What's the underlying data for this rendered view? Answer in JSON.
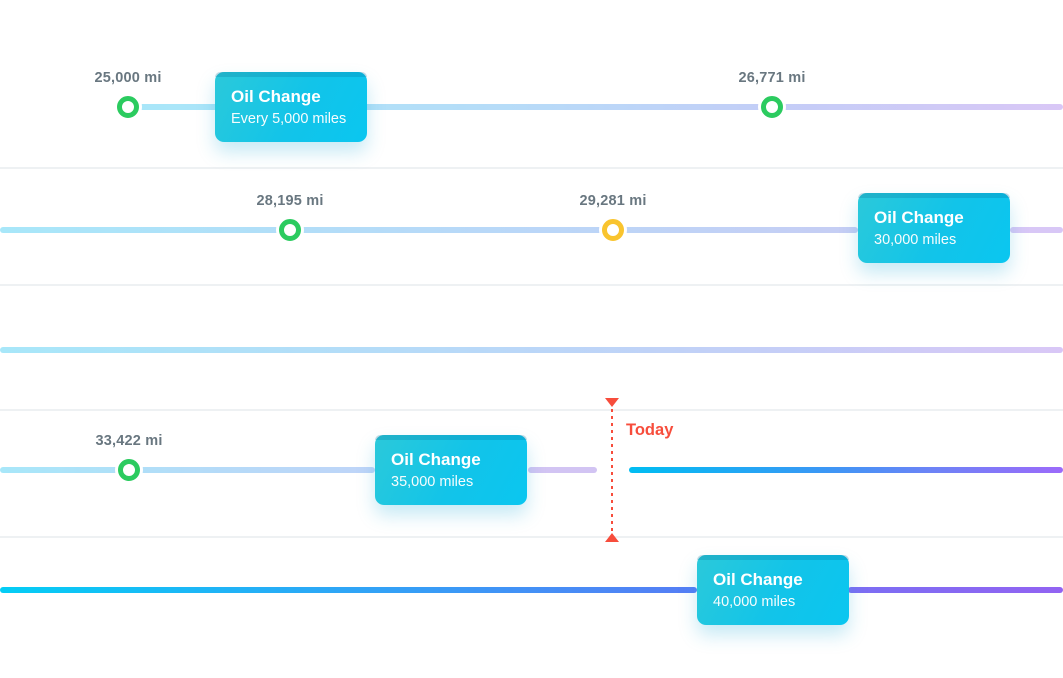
{
  "timeline": {
    "rows": [
      {
        "markers": [
          {
            "label": "25,000 mi",
            "status": "completed"
          },
          {
            "label": "26,771 mi",
            "status": "completed"
          }
        ],
        "card": {
          "title": "Oil Change",
          "subtitle": "Every 5,000 miles"
        }
      },
      {
        "markers": [
          {
            "label": "28,195 mi",
            "status": "completed"
          },
          {
            "label": "29,281 mi",
            "status": "warning"
          }
        ],
        "card": {
          "title": "Oil Change",
          "subtitle": "30,000 miles"
        }
      },
      {
        "markers": [],
        "card": null
      },
      {
        "markers": [
          {
            "label": "33,422 mi",
            "status": "completed"
          }
        ],
        "card": {
          "title": "Oil Change",
          "subtitle": "35,000 miles"
        }
      },
      {
        "markers": [],
        "card": {
          "title": "Oil Change",
          "subtitle": "40,000 miles"
        }
      }
    ],
    "today": {
      "label": "Today"
    },
    "colors": {
      "marker_completed": "#2bcb5f",
      "marker_warning": "#f9c42e",
      "today_red": "#f74d3c",
      "card_gradient_start": "#2bc9da",
      "card_gradient_end": "#0ac6f0",
      "line_light_start": "#a8e7f9",
      "line_light_end": "#d9c7f6",
      "line_vivid_start": "#00bdf2",
      "line_vivid_end": "#9c6afa",
      "mileage_label_text": "#697780"
    }
  }
}
